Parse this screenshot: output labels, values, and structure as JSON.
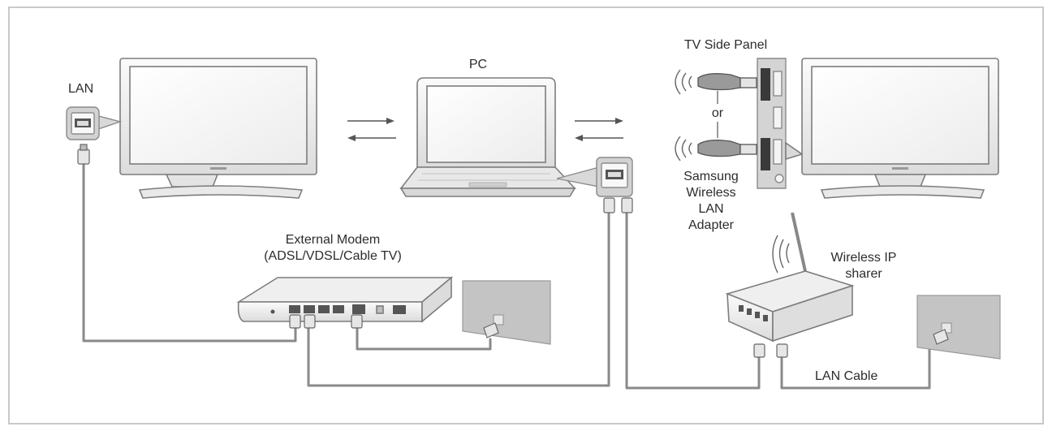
{
  "labels": {
    "lan": "LAN",
    "pc": "PC",
    "tv_side_panel": "TV Side Panel",
    "or": "or",
    "adapter": [
      "Samsung",
      "Wireless",
      "LAN",
      "Adapter"
    ],
    "modem": [
      "External Modem",
      "(ADSL/VDSL/Cable TV)"
    ],
    "sharer": [
      "Wireless IP",
      "sharer"
    ],
    "lan_cable": "LAN Cable"
  },
  "colors": {
    "frame": "#c9c9c9",
    "device_fill": "#f2f2f2",
    "device_stroke": "#7d7d7d",
    "panel_fill": "#d4d4d4",
    "wall_fill": "#c4c4c4",
    "cable": "#8a8a8a"
  }
}
